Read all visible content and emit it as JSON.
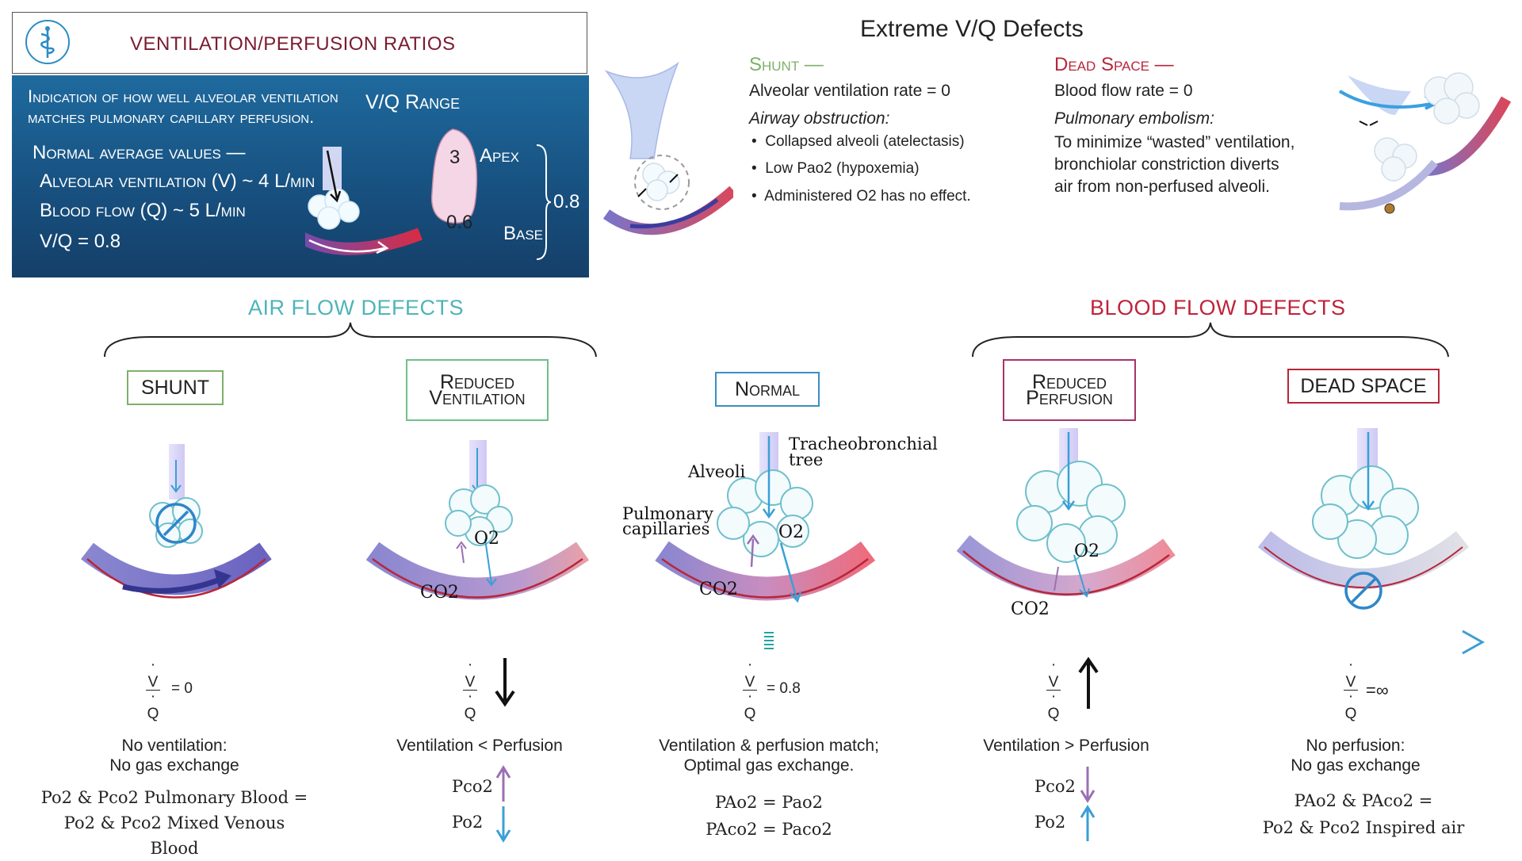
{
  "vq_panel": {
    "title": "VENTILATION/PERFUSION RATIOS",
    "description_line1": "Indication of how well alveolar ventilation",
    "description_line2": "matches pulmonary capillary perfusion.",
    "normal_heading": "Normal average values —",
    "alveolar_ventilation": "Alveolar ventilation (V) ~ 4 L/min",
    "blood_flow": "Blood flow (Q) ~ 5 L/min",
    "ratio": "V/Q = 0.8",
    "range_title": "V/Q Range",
    "apex_label": "Apex",
    "apex_value": "3",
    "base_label": "Base",
    "base_value": "0.6",
    "average_value": "0.8"
  },
  "extreme": {
    "title": "Extreme V/Q Defects",
    "shunt": {
      "heading": "Shunt —",
      "line1": "Alveolar ventilation rate = 0",
      "cause": "Airway obstruction:",
      "bullets": [
        "Collapsed alveoli (atelectasis)",
        "Low Pao2 (hypoxemia)",
        "Administered O2 has no effect."
      ]
    },
    "dead_space": {
      "heading": "Dead Space —",
      "line1": "Blood flow  rate = 0",
      "cause": "Pulmonary embolism:",
      "text_lines": [
        "To minimize “wasted” ventilation,",
        "bronchiolar constriction diverts",
        "air from non-perfused alveoli."
      ]
    }
  },
  "sections": {
    "air_flow": "AIR FLOW DEFECTS",
    "blood_flow": "BLOOD FLOW DEFECTS"
  },
  "categories": [
    {
      "label": "SHUNT",
      "color": "#7fb069"
    },
    {
      "label": "Reduced Ventilation",
      "color": "#6fbf8b"
    },
    {
      "label": "Normal",
      "color": "#3a8fc4"
    },
    {
      "label": "Reduced Perfusion",
      "color": "#a8336b"
    },
    {
      "label": "DEAD SPACE",
      "color": "#b8263a"
    }
  ],
  "diagram_labels": {
    "tracheobronchial": "Tracheobronchial",
    "tree": "tree",
    "alveoli": "Alveoli",
    "pulmonary": "Pulmonary",
    "capillaries": "capillaries",
    "o2": "O2",
    "co2": "CO2"
  },
  "ratios": [
    "= 0",
    "",
    "= 0.8",
    "",
    "=∞"
  ],
  "ratio_V": "V",
  "ratio_Q": "Q",
  "descriptions": {
    "shunt": [
      "No ventilation:",
      "No gas exchange"
    ],
    "reduced_ventilation": [
      "Ventilation < Perfusion"
    ],
    "normal": [
      "Ventilation & perfusion match;",
      "Optimal gas exchange."
    ],
    "reduced_perfusion": [
      "Ventilation > Perfusion"
    ],
    "dead_space": [
      "No perfusion:",
      "No gas exchange"
    ]
  },
  "gas_notes": {
    "shunt_line1": "Po2 & Pco2 Pulmonary Blood =",
    "shunt_line2": "Po2 & Pco2 Mixed Venous Blood",
    "pco2": "Pco2",
    "po2": "Po2",
    "normal_line1": "PAo2 = Pao2",
    "normal_line2": "PAco2 = Paco2",
    "dead_line1": "PAo2 & PAco2 =",
    "dead_line2": "Po2 & Pco2 Inspired air"
  },
  "colors": {
    "blue_arrow": "#3a9fd6",
    "purple": "#9b6fb3",
    "capillary_blue": "#8a8fd0",
    "capillary_red": "#e96a7c",
    "dark_red": "#b8263a"
  }
}
